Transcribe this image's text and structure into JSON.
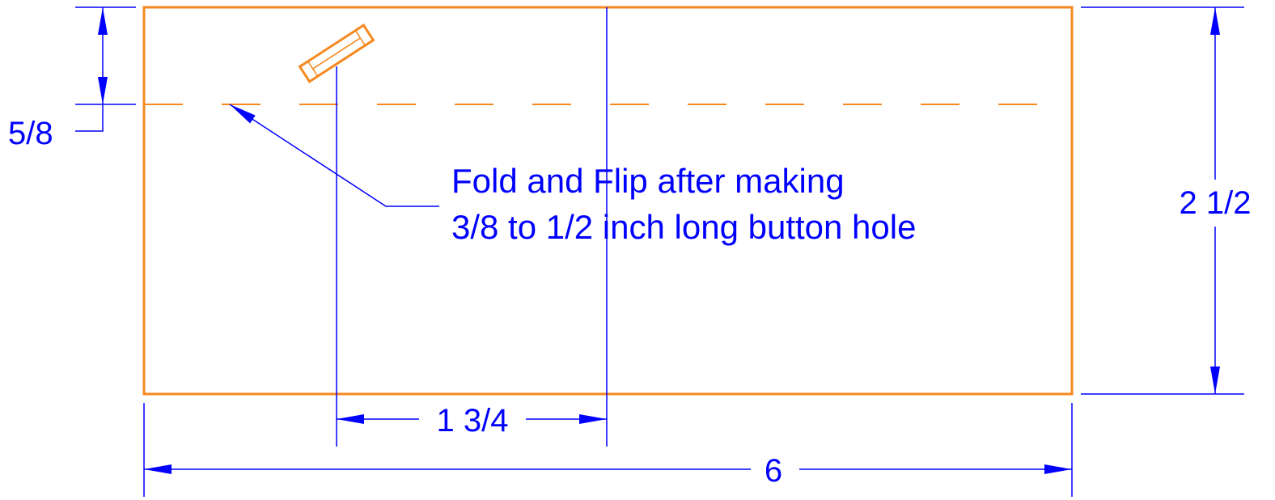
{
  "colors": {
    "outline": "#f5891f",
    "dimension": "#0000ff",
    "background": "#ffffff"
  },
  "dimensions": {
    "fold_offset": "5/8",
    "height": "2 1/2",
    "buttonhole_offset": "1 3/4",
    "width": "6"
  },
  "note": {
    "line1": "Fold and Flip after making",
    "line2": "3/8 to 1/2 inch long button hole"
  }
}
